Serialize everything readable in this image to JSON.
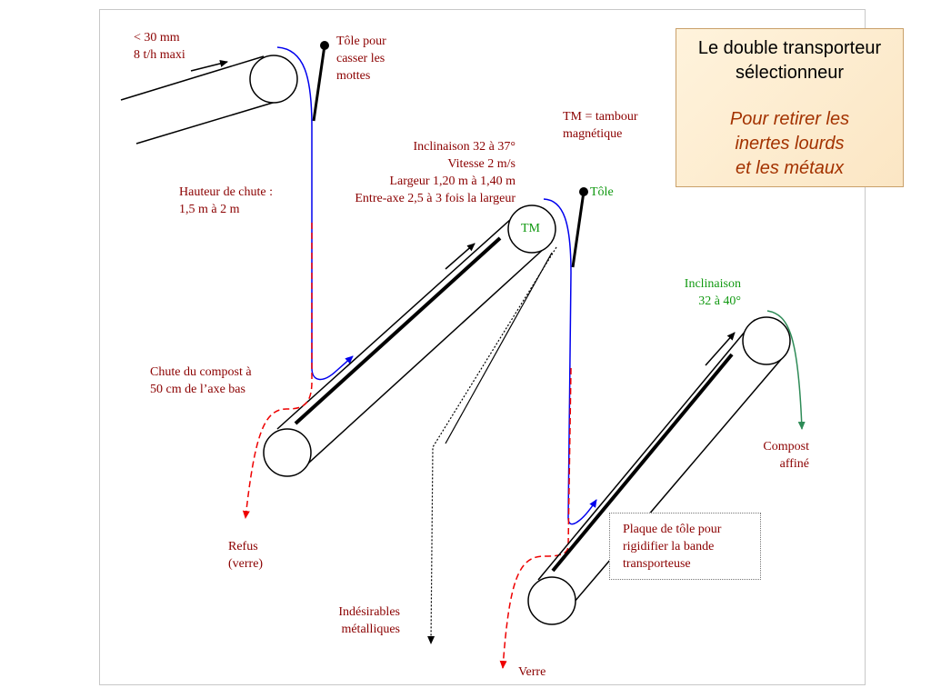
{
  "title": {
    "main": "Le double transporteur\nsélectionneur",
    "sub": "Pour retirer les\ninertes lourds\net les métaux"
  },
  "labels": {
    "input_spec": "< 30 mm\n8 t/h maxi",
    "tole_casser": "Tôle pour\ncasser les\nmottes",
    "tm_def": "TM = tambour\nmagnétique",
    "belt1_spec": "Inclinaison 32 à 37°\nVitesse 2 m/s\nLargeur 1,20 m à 1,40 m\nEntre-axe 2,5 à 3 fois la largeur",
    "hauteur_chute": "Hauteur de chute :\n1,5 m à 2 m",
    "tole": "Tôle",
    "tm": "TM",
    "inclinaison2": "Inclinaison\n32 à 40°",
    "chute_compost": "Chute du compost à\n50 cm de l’axe bas",
    "compost_affine": "Compost\naffiné",
    "plaque_tole": "Plaque de tôle pour\nrigidifier la bande\ntransporteuse",
    "refus": "Refus\n(verre)",
    "indesirables": "Indésirables\nmétalliques",
    "verre": "Verre"
  },
  "colors": {
    "label_red": "#8b0000",
    "label_green": "#119911",
    "flow_blue": "#0000ee",
    "flow_red": "#ee0000",
    "flow_green": "#2e8b57",
    "title_sub": "#a33200"
  }
}
